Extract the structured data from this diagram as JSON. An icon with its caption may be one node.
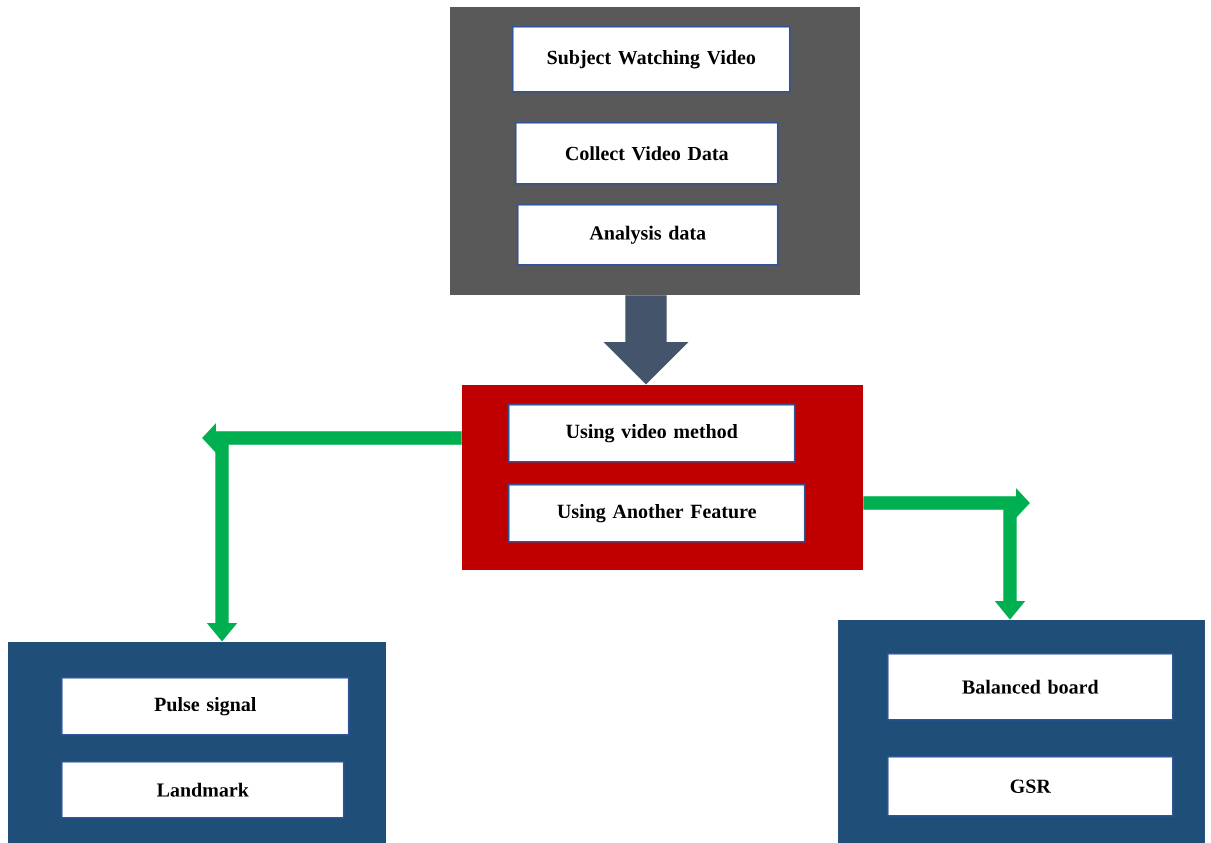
{
  "diagram": {
    "nodes": [
      {
        "text": [],
        "shape": "box"
      },
      {
        "text": [
          "Subject Watching  Video"
        ],
        "in": 0
      },
      {
        "text": [
          "Collect Video Data"
        ],
        "in": 0
      },
      {
        "text": [
          "Analysis data"
        ],
        "in": 0
      },
      {
        "text": [],
        "shape": "box"
      },
      {
        "text": [
          "Using video method"
        ],
        "in": 4
      },
      {
        "text": [
          "Using Another Feature"
        ],
        "in": 4
      },
      {
        "text": [],
        "shape": "box"
      },
      {
        "text": [
          "Pulse signal"
        ],
        "in": 7
      },
      {
        "text": [
          "Landmark"
        ],
        "in": 7
      },
      {
        "text": [],
        "shape": "box"
      },
      {
        "text": [
          "Balanced board"
        ],
        "in": 10
      },
      {
        "text": [
          "GSR"
        ],
        "in": 10
      }
    ],
    "edges": [
      {
        "from": 0,
        "to": 4,
        "arrow": "to",
        "style": "thick",
        "color": "#44546a"
      },
      {
        "from": 4,
        "to": 7,
        "arrow": "to"
      },
      {
        "from": 4,
        "to": 10,
        "arrow": "to"
      }
    ]
  }
}
